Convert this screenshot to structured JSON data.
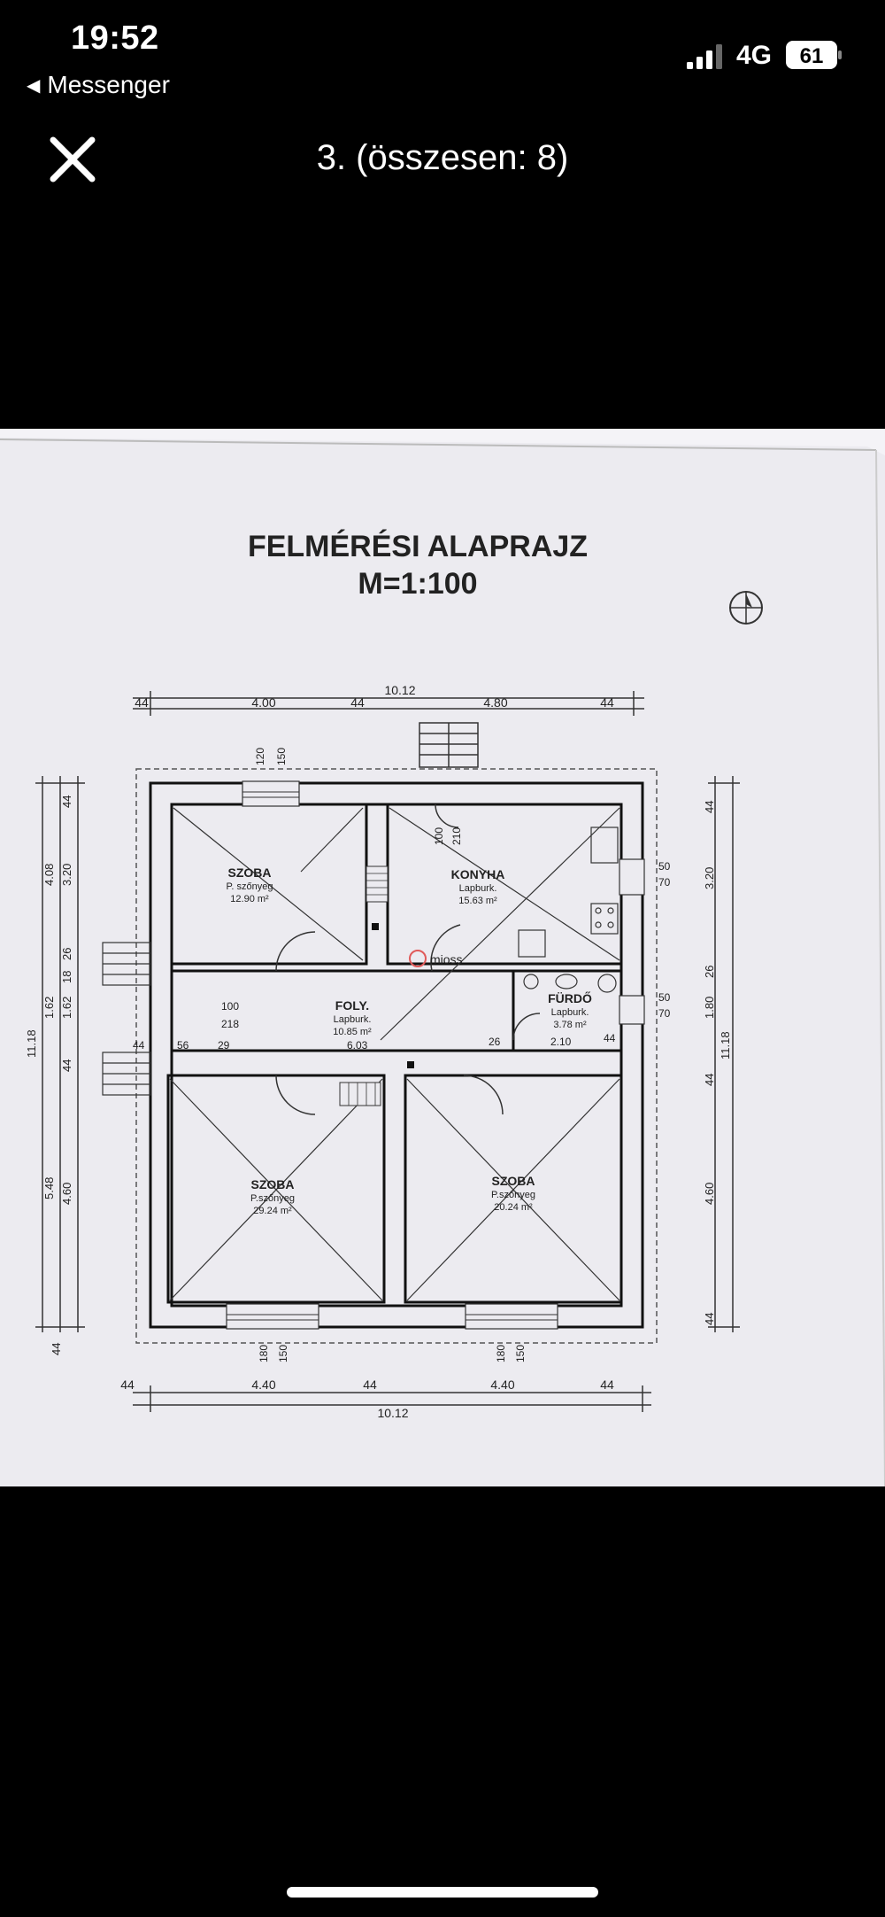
{
  "status_bar": {
    "time": "19:52",
    "back_app": "Messenger",
    "network": "4G",
    "battery": "61"
  },
  "nav": {
    "title": "3. (összesen: 8)",
    "close_icon": "close-icon"
  },
  "plan": {
    "title": "FELMÉRÉSI ALAPRAJZ",
    "scale": "M=1:100",
    "watermark": "mioss",
    "top_dims": {
      "total": "10.12",
      "wall_left": "44",
      "seg1": "4.00",
      "wall_mid": "44",
      "seg2": "4.80",
      "wall_right": "44"
    },
    "bottom_dims": {
      "total": "10.12",
      "wall_left": "44",
      "seg1": "4.40",
      "wall_mid": "44",
      "seg2": "4.40",
      "wall_right": "44"
    },
    "rooms": [
      {
        "name": "SZOBA",
        "floor": "P. szőnyeg",
        "area": "12.90 m²"
      },
      {
        "name": "KONYHA",
        "floor": "Lapburk.",
        "area": "15.63 m²"
      },
      {
        "name": "FOLY.",
        "floor": "Lapburk.",
        "area": "10.85 m²"
      },
      {
        "name": "FÜRDŐ",
        "floor": "Lapburk.",
        "area": "3.78 m²"
      },
      {
        "name": "SZOBA",
        "floor": "P.szőnyeg",
        "area": "29.24 m²"
      },
      {
        "name": "SZOBA",
        "floor": "P.szőnyeg",
        "area": "20.24 m²"
      }
    ],
    "left_dims": {
      "total": "11.18",
      "a": "5.48",
      "b": "4.08",
      "c": "3.20",
      "d": "1.62",
      "e": "1.62",
      "f": "4.60",
      "g": "26",
      "h": "18",
      "w1": "44",
      "w2": "44",
      "w3": "44"
    },
    "right_dims": {
      "total": "11.18",
      "a": "3.20",
      "b": "1.80",
      "c": "4.60",
      "d": "26",
      "w1": "44",
      "w2": "44",
      "w3": "44"
    },
    "window_dims": {
      "top_a": "120",
      "top_b": "150",
      "door_a": "100",
      "door_b": "210",
      "k_a": "50",
      "k_b": "70",
      "f_a": "50",
      "f_b": "70",
      "bot1_a": "180",
      "bot1_b": "150",
      "bot2_a": "180",
      "bot2_b": "150"
    },
    "corridor_dims": {
      "a": "100",
      "b": "218",
      "c": "56",
      "d": "29",
      "e": "6.03",
      "f": "26",
      "g": "2.10",
      "h": "44",
      "i": "44"
    }
  }
}
